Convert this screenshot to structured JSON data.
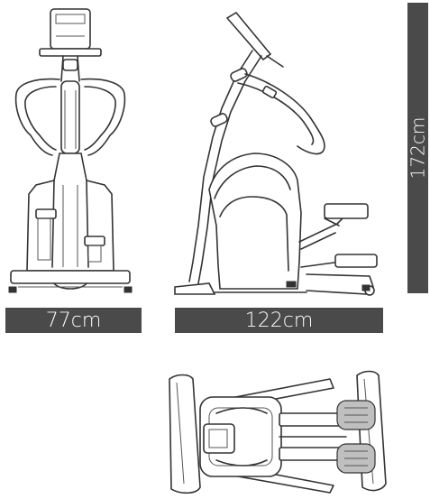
{
  "dimensions": {
    "width": "77cm",
    "length": "122cm",
    "height": "172cm"
  },
  "colors": {
    "label_bar": "#4a4a4a",
    "label_text": "#ffffff",
    "line_art": "#333333"
  }
}
